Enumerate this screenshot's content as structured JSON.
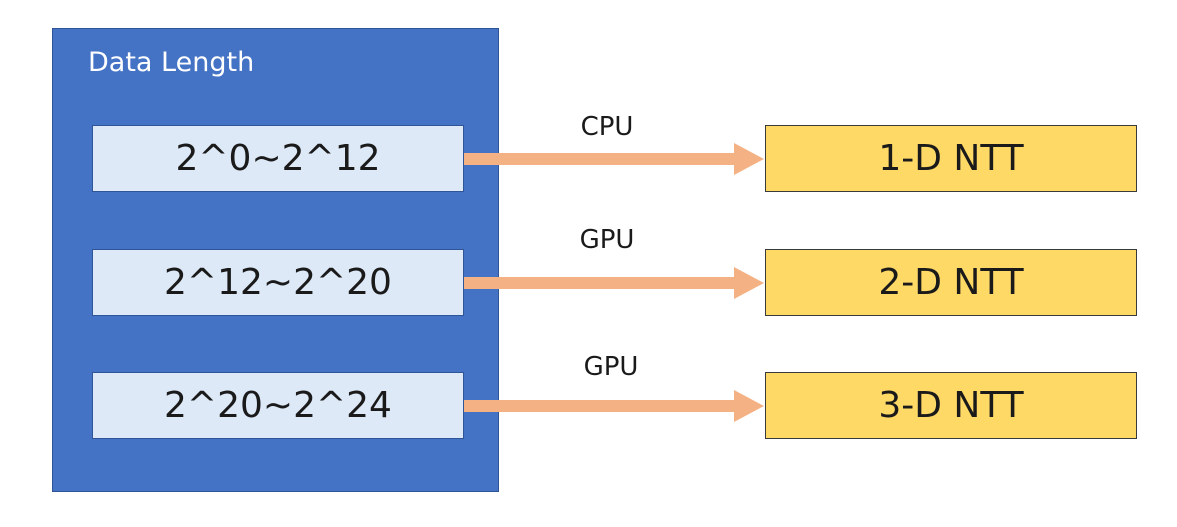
{
  "diagram": {
    "container_title": "Data Length",
    "rows": [
      {
        "range": "2^0~2^12",
        "processor": "CPU",
        "result": "1-D NTT"
      },
      {
        "range": "2^12~2^20",
        "processor": "GPU",
        "result": "2-D NTT"
      },
      {
        "range": "2^20~2^24",
        "processor": "GPU",
        "result": "3-D NTT"
      }
    ],
    "colors": {
      "container_fill": "#4472c4",
      "range_fill": "#dde9f7",
      "result_fill": "#ffd966",
      "arrow": "#f4b183"
    }
  }
}
